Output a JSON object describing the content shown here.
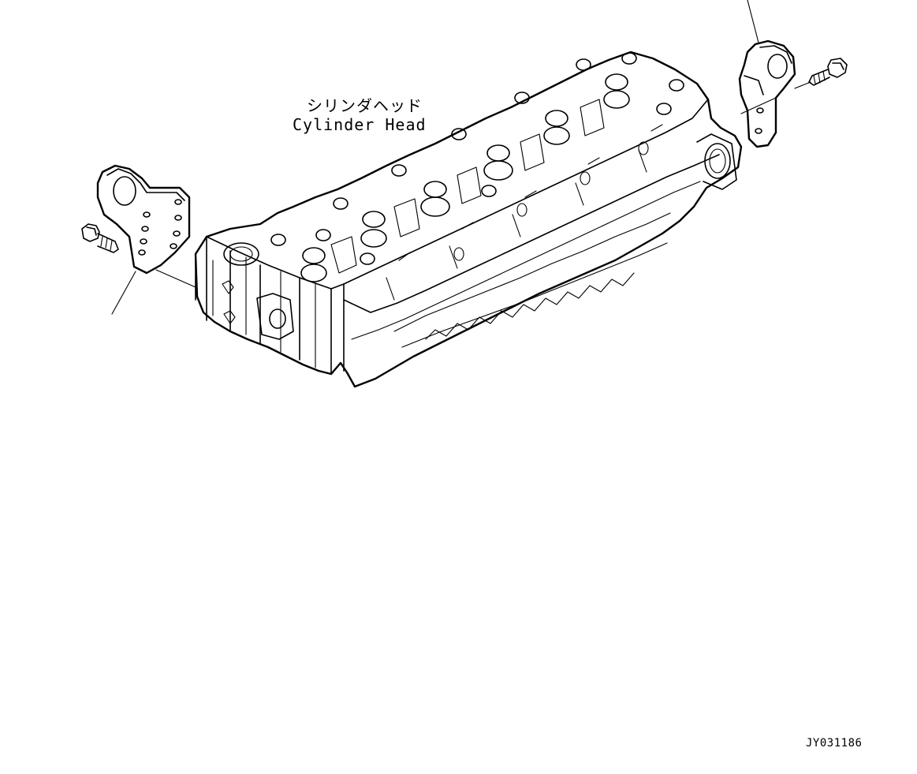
{
  "labels": {
    "part_name_jp": "シリンダヘッド",
    "part_name_en": "Cylinder Head"
  },
  "drawing_id": "JY031186"
}
